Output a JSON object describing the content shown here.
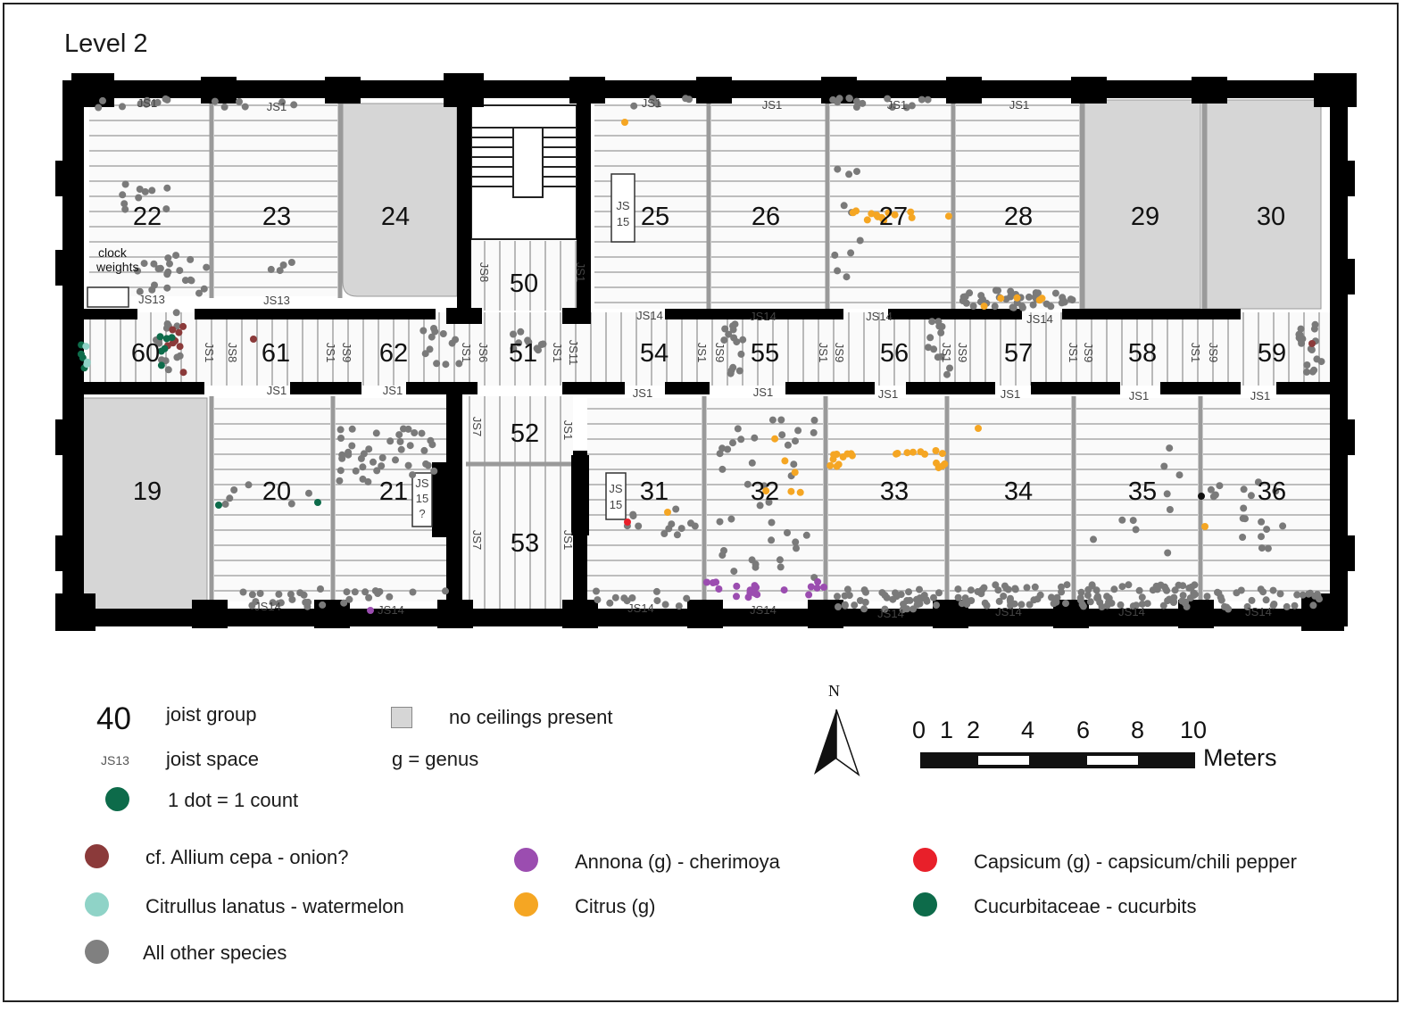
{
  "title": "Level 2",
  "rooms": {
    "r19": "19",
    "r20": "20",
    "r21": "21",
    "r22": "22",
    "r23": "23",
    "r24": "24",
    "r25": "25",
    "r26": "26",
    "r27": "27",
    "r28": "28",
    "r29": "29",
    "r30": "30",
    "r31": "31",
    "r32": "32",
    "r33": "33",
    "r34": "34",
    "r35": "35",
    "r36": "36",
    "r50": "50",
    "r51": "51",
    "r52": "52",
    "r53": "53",
    "r54": "54",
    "r55": "55",
    "r56": "56",
    "r57": "57",
    "r58": "58",
    "r59": "59",
    "r60": "60",
    "r61": "61",
    "r62": "62"
  },
  "joist_labels": {
    "js1": "JS1",
    "js6": "JS6",
    "js7": "JS7",
    "js8": "JS8",
    "js9": "JS9",
    "js11": "JS11",
    "js13": "JS13",
    "js14": "JS14",
    "js15_a": "JS",
    "js15_b": "15",
    "q": "?"
  },
  "annotation": {
    "line1": "clock",
    "line2": "weights"
  },
  "legend": {
    "joist_group_num": "40",
    "joist_group": "joist group",
    "joist_space_code": "JS13",
    "joist_space": "joist space",
    "dot_count": "1 dot = 1 count",
    "no_ceiling": "no ceilings present",
    "genus": "g = genus",
    "species": [
      {
        "label": "cf. Allium cepa - onion?",
        "color": "#8b3a3a"
      },
      {
        "label": "Annona (g) - cherimoya",
        "color": "#9b4db0"
      },
      {
        "label": "Capsicum (g) - capsicum/chili pepper",
        "color": "#e8202a"
      },
      {
        "label": "Citrullus lanatus - watermelon",
        "color": "#8fd3c7"
      },
      {
        "label": "Citrus (g)",
        "color": "#f5a623"
      },
      {
        "label": "Cucurbitaceae - cucurbits",
        "color": "#0d6b4a"
      },
      {
        "label": "All other species",
        "color": "#808080"
      }
    ],
    "count_dot_color": "#0d6b4a",
    "no_ceiling_color": "#d6d6d6"
  },
  "north": "N",
  "scale": {
    "ticks": [
      "0",
      "1",
      "2",
      "4",
      "6",
      "8",
      "10"
    ],
    "unit": "Meters"
  }
}
